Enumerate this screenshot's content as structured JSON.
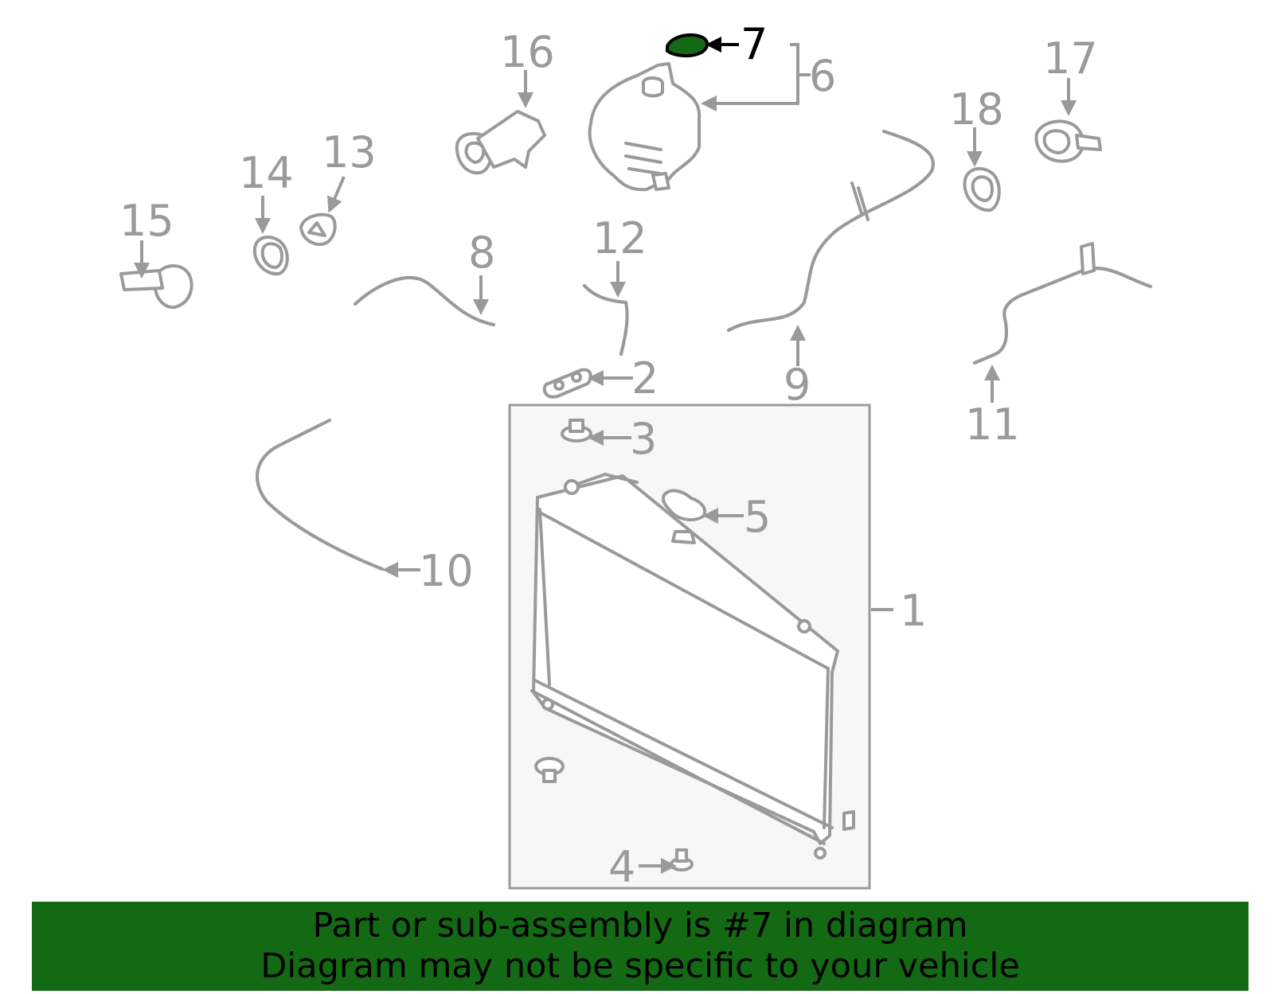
{
  "diagram": {
    "highlight_part": "7",
    "highlight_color": "#146a14",
    "box_fill": "#f7f7f7",
    "callouts": {
      "c1": "1",
      "c2": "2",
      "c3": "3",
      "c4": "4",
      "c5": "5",
      "c6": "6",
      "c7": "7",
      "c8": "8",
      "c9": "9",
      "c10": "10",
      "c11": "11",
      "c12": "12",
      "c13": "13",
      "c14": "14",
      "c15": "15",
      "c16": "16",
      "c17": "17",
      "c18": "18"
    }
  },
  "banner": {
    "line1": "Part or sub-assembly is #7 in diagram",
    "line2": "Diagram may not be specific to your vehicle",
    "background": "#146a14"
  }
}
